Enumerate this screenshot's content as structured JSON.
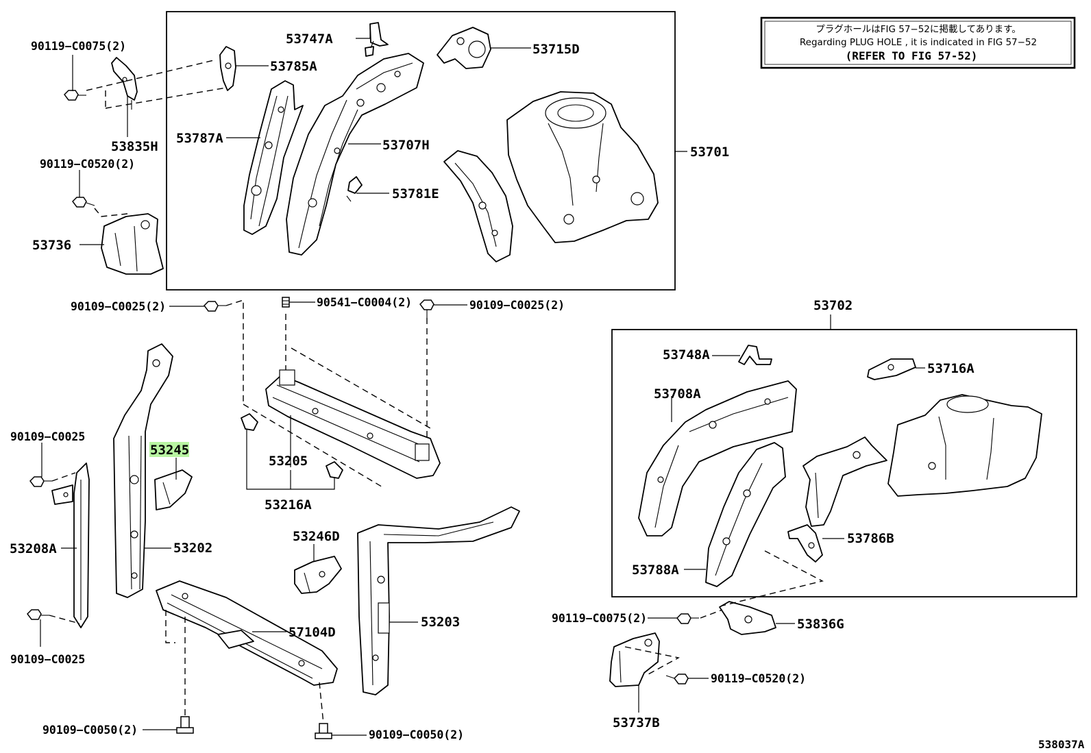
{
  "note": {
    "line1": "プラグホールはFIG 57−52に掲載してあります。",
    "line2": "Regarding PLUG HOLE , it is indicated in FIG 57−52",
    "line3": "(REFER TO FIG 57-52)"
  },
  "labels": {
    "p53747A": "53747A",
    "p53715D": "53715D",
    "p53785A": "53785A",
    "p53787A": "53787A",
    "p53707H": "53707H",
    "p53701": "53701",
    "p53781E": "53781E",
    "p53835H": "53835H",
    "p53736": "53736",
    "bolt_90119_C0075_2_top": "90119−C0075(2)",
    "bolt_90119_C0520_2_top": "90119−C0520(2)",
    "bolt_90109_C0025_2_left": "90109−C0025(2)",
    "bolt_90541_C0004_2": "90541−C0004(2)",
    "bolt_90109_C0025_2_right": "90109−C0025(2)",
    "p53702": "53702",
    "p53748A": "53748A",
    "p53716A": "53716A",
    "p53708A": "53708A",
    "p53786B": "53786B",
    "p53788A": "53788A",
    "bolt_90109_C0025_upper": "90109−C0025",
    "p53245": "53245",
    "p53205": "53205",
    "p53216A": "53216A",
    "p53208A": "53208A",
    "p53202": "53202",
    "p53246D": "53246D",
    "p57104D": "57104D",
    "p53203": "53203",
    "bolt_90109_C0025_lower": "90109−C0025",
    "bolt_90109_C0050_2_left": "90109−C0050(2)",
    "bolt_90109_C0050_2_right": "90109−C0050(2)",
    "bolt_90119_C0075_2_bottom": "90119−C0075(2)",
    "p53836G": "53836G",
    "bolt_90119_C0520_2_bottom": "90119−C0520(2)",
    "p53737B": "53737B",
    "figure_id": "538037A"
  },
  "highlight_color": "#b9f5a2"
}
